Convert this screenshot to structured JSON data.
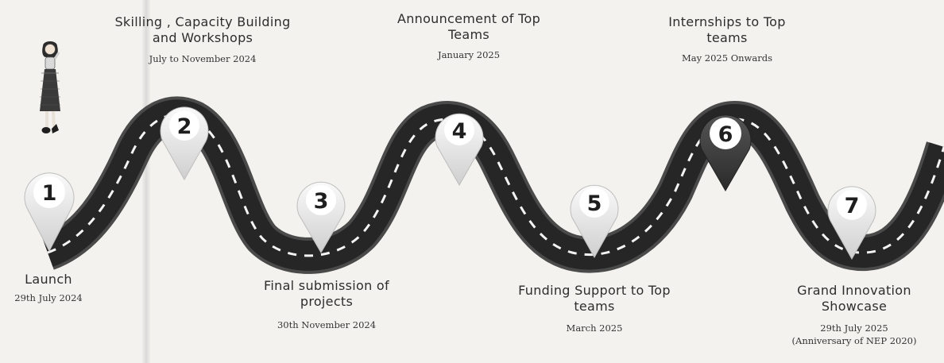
{
  "milestones": [
    {
      "num": "1",
      "title": "Launch",
      "date": "29th July 2024"
    },
    {
      "num": "2",
      "title": "Skilling , Capacity Building and Workshops",
      "date": "July to November 2024"
    },
    {
      "num": "3",
      "title": "Final submission of projects",
      "date": "30th November 2024"
    },
    {
      "num": "4",
      "title": "Announcement of Top Teams",
      "date": "January 2025"
    },
    {
      "num": "5",
      "title": "Funding Support to Top teams",
      "date": "March 2025"
    },
    {
      "num": "6",
      "title": "Internships to Top teams",
      "date": "May 2025 Onwards"
    },
    {
      "num": "7",
      "title": "Grand Innovation Showcase",
      "date": "29th July 2025",
      "note": "(Anniversary of NEP 2020)"
    }
  ],
  "colors": {
    "road": "#272727",
    "road_edge": "#4a4a4a",
    "dash": "#f4f4f4",
    "pin_light": "#ececec",
    "pin_dark": "#3a3a3a",
    "pin_badge": "#ffffff"
  },
  "icons": {
    "character": "girl-walking-icon"
  }
}
